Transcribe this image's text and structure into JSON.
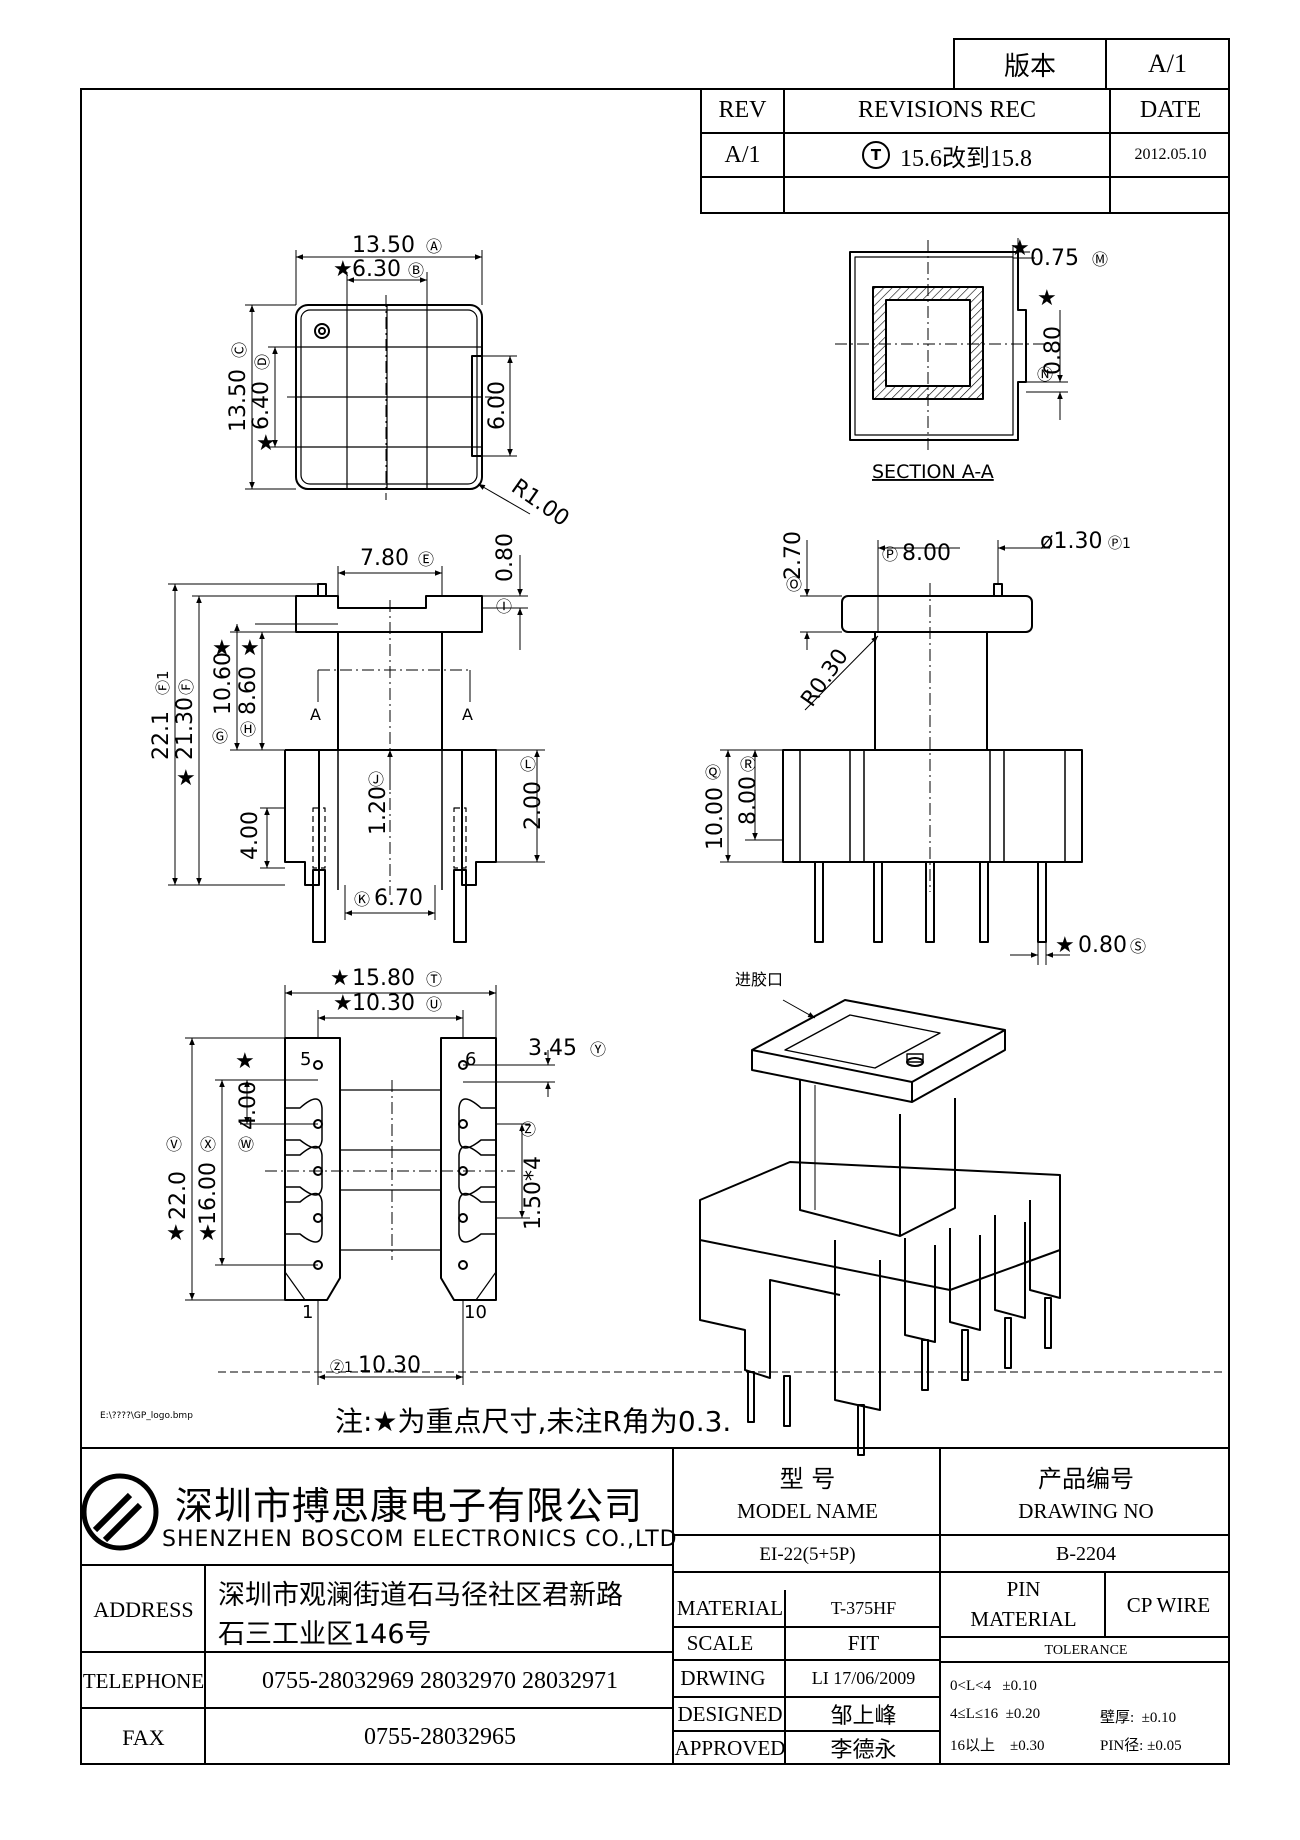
{
  "version_box": {
    "label": "版本",
    "value": "A/1"
  },
  "revisions": {
    "headers": {
      "rev": "REV",
      "rec": "REVISIONS REC",
      "date": "DATE"
    },
    "rows": [
      {
        "rev": "A/1",
        "mark": "T",
        "rec": "15.6改到15.8",
        "date": "2012.05.10"
      }
    ]
  },
  "views": {
    "top": {
      "dim_a": "13.50",
      "tag_a": "A",
      "dim_b": "6.30",
      "tag_b": "B",
      "dim_c": "13.50",
      "tag_c": "C",
      "dim_d": "6.40",
      "tag_d": "D",
      "dim_slot": "6.00",
      "radius": "R1.00"
    },
    "section": {
      "dim_m": "0.75",
      "tag_m": "M",
      "dim_n": "0.80",
      "tag_n": "N",
      "label": "SECTION A-A"
    },
    "front": {
      "dim_e": "7.80",
      "tag_e": "E",
      "dim_i": "0.80",
      "tag_i": "I",
      "dim_f1": "22.1",
      "tag_f1": "F1",
      "dim_f": "21.30",
      "tag_f": "F",
      "dim_g": "10.60",
      "tag_g": "G",
      "dim_h": "8.60",
      "tag_h": "H",
      "dim_j": "1.20",
      "tag_j": "J",
      "dim_l": "2.00",
      "tag_l": "L",
      "dim_4": "4.00",
      "dim_k": "6.70",
      "tag_k": "K",
      "section_mark": "A"
    },
    "side": {
      "dim_o": "2.70",
      "tag_o": "O",
      "dim_p": "8.00",
      "tag_p": "P",
      "dim_p1": "ø1.30",
      "tag_p1": "P1",
      "radius": "R0.30",
      "dim_q": "10.00",
      "tag_q": "Q",
      "dim_r": "8.00",
      "tag_r": "R",
      "dim_s": "0.80",
      "tag_s": "S"
    },
    "bottom": {
      "dim_t": "15.80",
      "tag_t": "T",
      "dim_u": "10.30",
      "tag_u": "U",
      "dim_y": "3.45",
      "tag_y": "Y",
      "dim_v": "22.0",
      "tag_v": "V",
      "dim_x": "16.00",
      "tag_x": "X",
      "dim_w": "4.00",
      "tag_w": "W",
      "dim_z": "1.50*4",
      "tag_z": "Z",
      "dim_z1": "10.30",
      "tag_z1": "Z1",
      "pins": [
        "5",
        "6",
        "1",
        "10"
      ]
    },
    "iso": {
      "gate_label": "进胶口"
    }
  },
  "logo_path": "E:\\????\\GP_logo.bmp",
  "note": "注:★为重点尺寸,未注R角为0.3.",
  "company": {
    "name_cn": "深圳市搏思康电子有限公司",
    "name_en": "SHENZHEN BOSCOM ELECTRONICS CO.,LTD"
  },
  "contact": {
    "address_label": "ADDRESS",
    "address_line1": "深圳市观澜街道石马径社区君新路",
    "address_line2": "石三工业区146号",
    "telephone_label": "TELEPHONE",
    "telephone": "0755-28032969 28032970 28032971",
    "fax_label": "FAX",
    "fax": "0755-28032965"
  },
  "model": {
    "label_cn": "型 号",
    "label_en": "MODEL NAME",
    "value": "EI-22(5+5P)"
  },
  "drawing_no": {
    "label_cn": "产品编号",
    "label_en": "DRAWING NO",
    "value": "B-2204"
  },
  "info": {
    "material_label": "MATERIAL",
    "material": "T-375HF",
    "scale_label": "SCALE",
    "scale": "FIT",
    "drawing_label": "DRWING",
    "drawing": "LI 17/06/2009",
    "designed_label": "DESIGNED",
    "designed": "邹上峰",
    "approved_label": "APPROVED",
    "approved": "李德永"
  },
  "pin_material": {
    "label_line1": "PIN",
    "label_line2": "MATERIAL",
    "value": "CP WIRE"
  },
  "tolerance": {
    "title": "TOLERANCE",
    "row1": "0<L<4   ±0.10",
    "row2": "4≤L≤16  ±0.20",
    "row3": "16以上    ±0.30",
    "wall": "壁厚:  ±0.10",
    "pin": "PIN径: ±0.05"
  }
}
